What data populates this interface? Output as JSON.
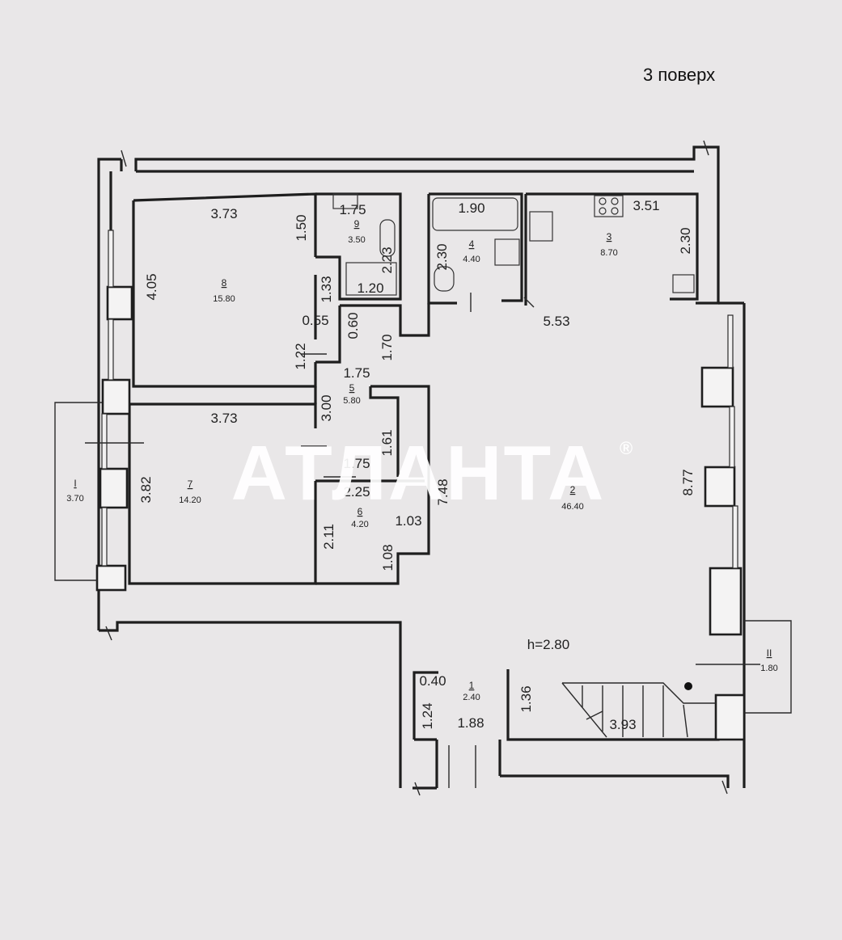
{
  "floor_label": "3 поверх",
  "ceiling_height": "h=2.80",
  "watermark": {
    "text": "АТЛАНТА",
    "mark": "®"
  },
  "rooms": [
    {
      "id": "1",
      "area": "2.40"
    },
    {
      "id": "2",
      "area": "46.40"
    },
    {
      "id": "3",
      "area": "8.70"
    },
    {
      "id": "4",
      "area": "4.40"
    },
    {
      "id": "5",
      "area": "5.80"
    },
    {
      "id": "6",
      "area": "4.20"
    },
    {
      "id": "7",
      "area": "14.20"
    },
    {
      "id": "8",
      "area": "15.80"
    },
    {
      "id": "9",
      "area": "3.50"
    },
    {
      "id": "I",
      "area": "3.70"
    },
    {
      "id": "II",
      "area": "1.80"
    }
  ],
  "dimensions": {
    "d373a": "3.73",
    "d150": "1.50",
    "d175a": "1.75",
    "d223": "2.23",
    "d120": "1.20",
    "d190": "1.90",
    "d230a": "2.30",
    "d351": "3.51",
    "d230b": "2.30",
    "d405": "4.05",
    "d133": "1.33",
    "d055": "0.55",
    "d060": "0.60",
    "d170": "1.70",
    "d553": "5.53",
    "d122": "1.22",
    "d175b": "1.75",
    "d373b": "3.73",
    "d300": "3.00",
    "d161": "1.61",
    "d175c": "1.75",
    "d225": "2.25",
    "d382": "3.82",
    "d748": "7.48",
    "d877": "8.77",
    "d211": "2.11",
    "d103": "1.03",
    "d108": "1.08",
    "d040": "0.40",
    "d124": "1.24",
    "d188": "1.88",
    "d136": "1.36",
    "d393": "3.93"
  }
}
